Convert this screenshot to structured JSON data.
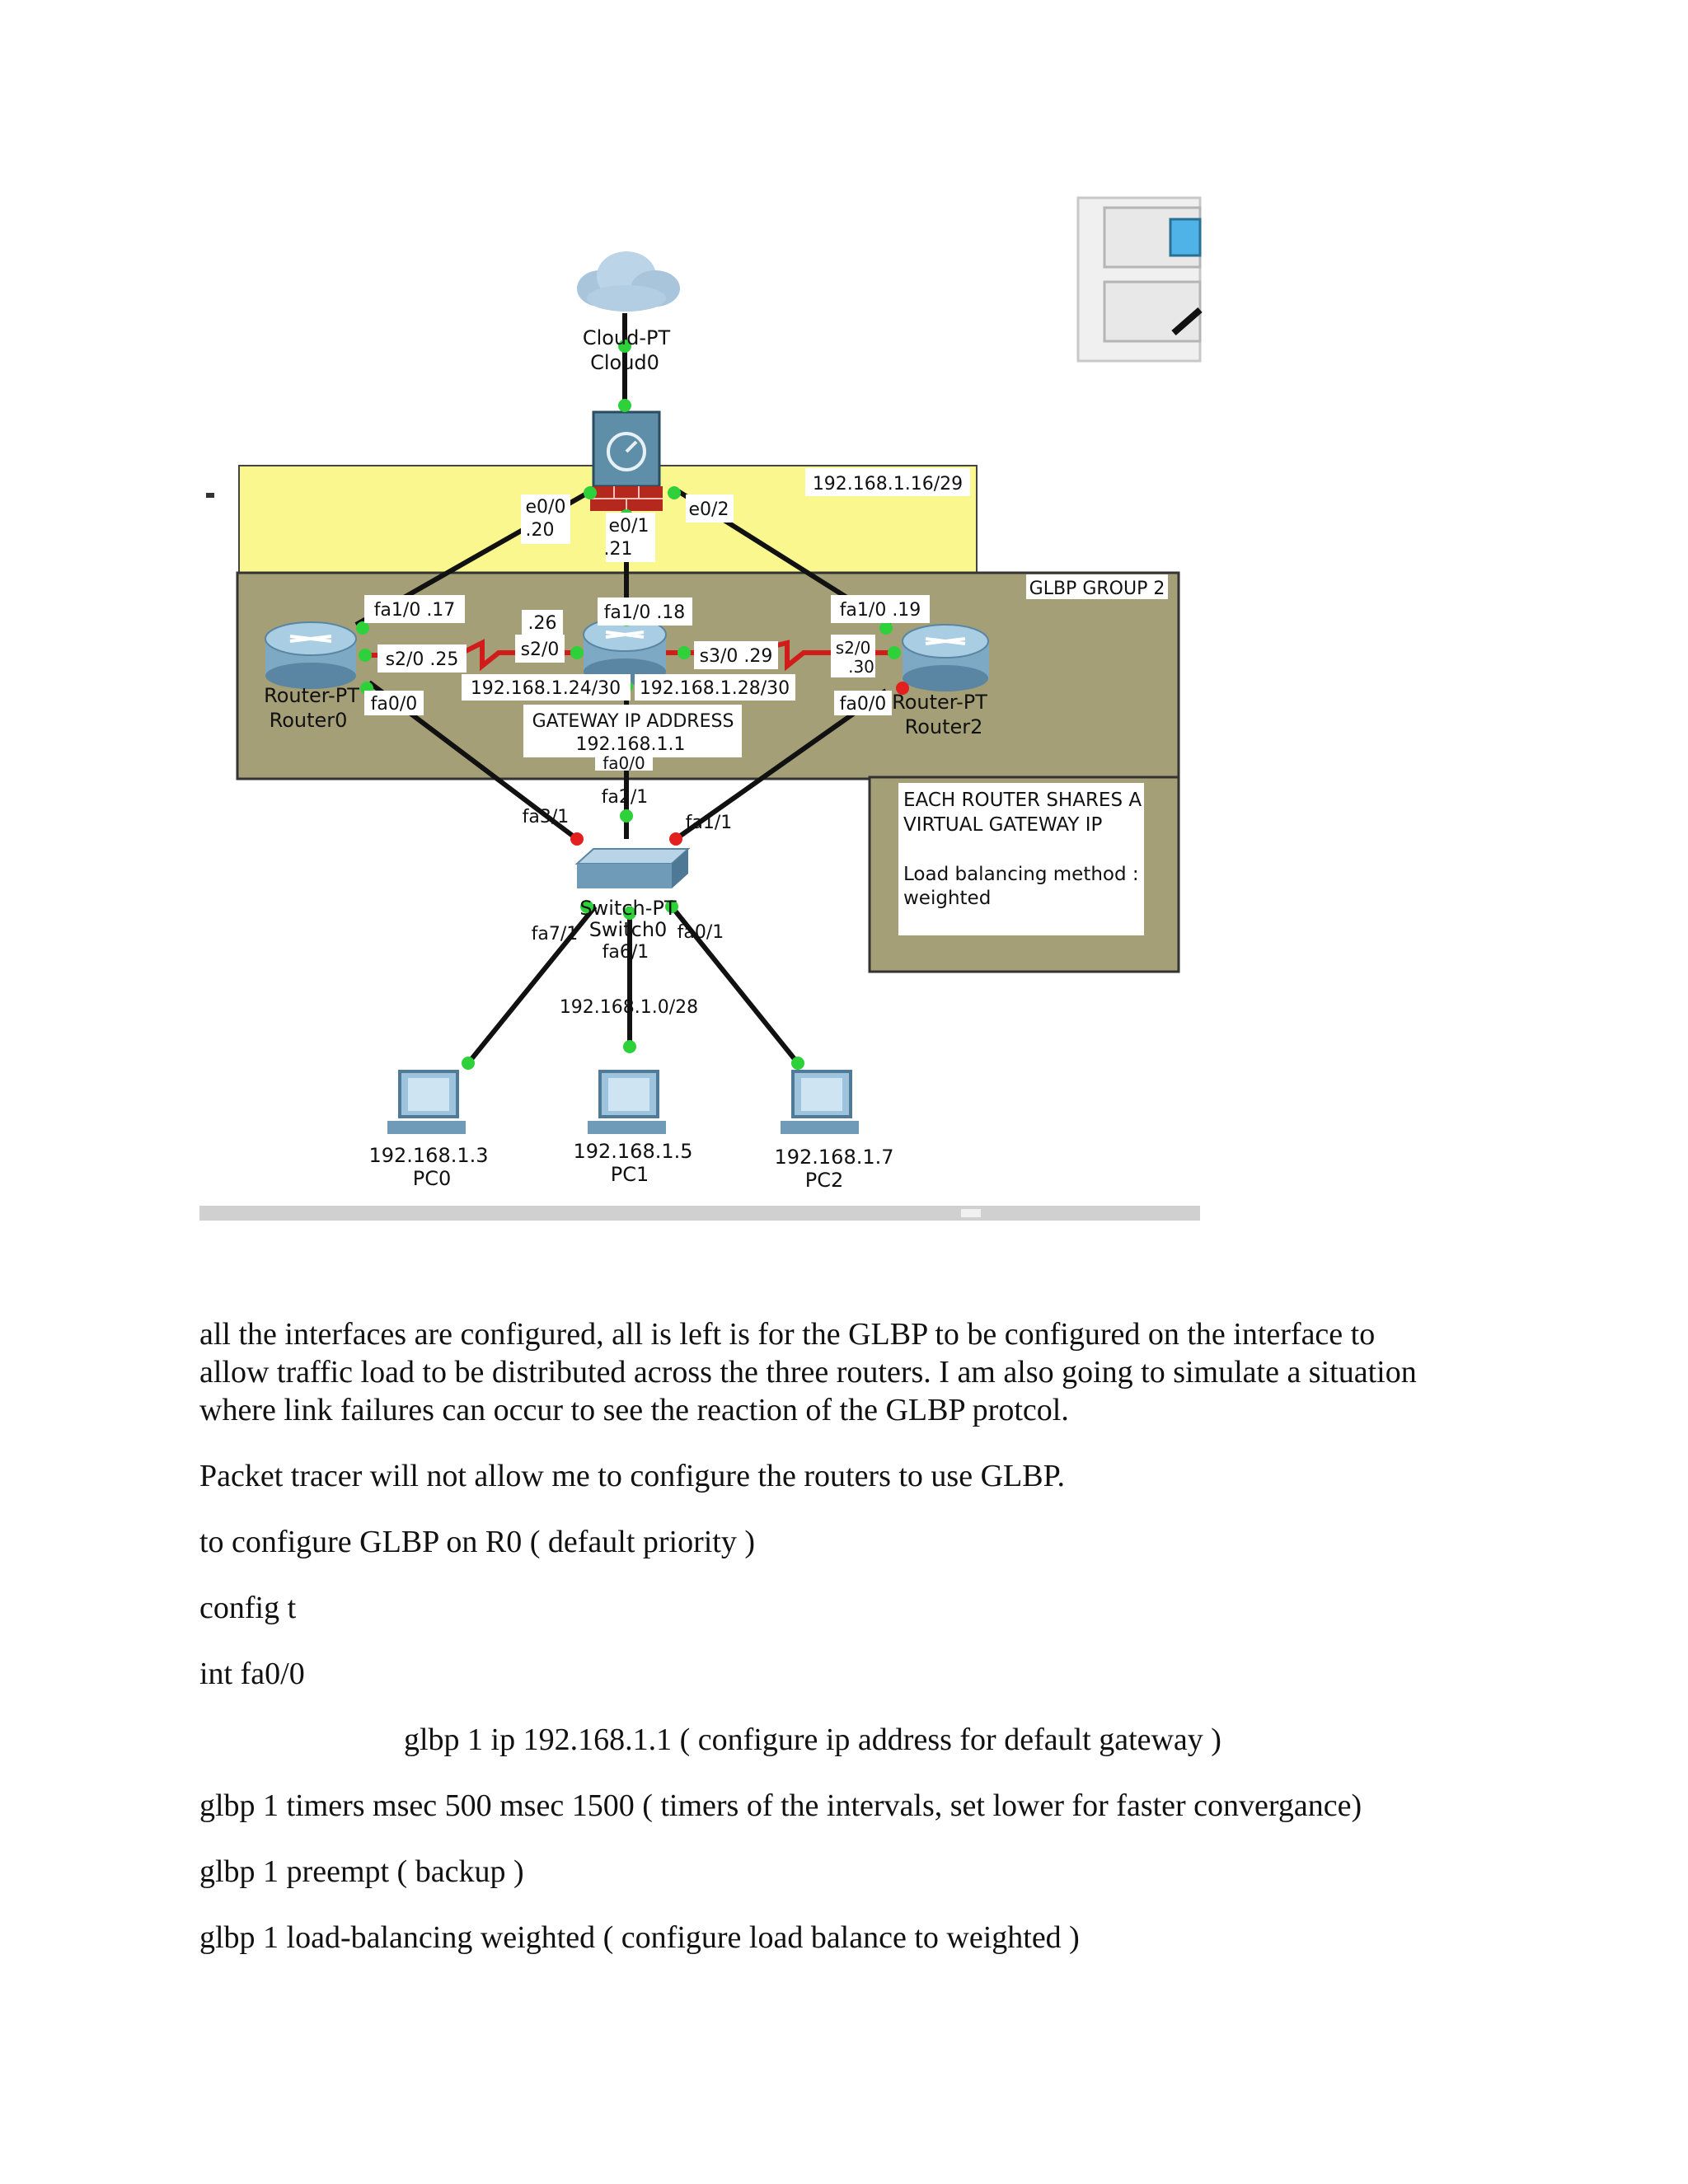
{
  "diagram": {
    "cloud": {
      "type": "Cloud-PT",
      "name": "Cloud0"
    },
    "zones": {
      "outer_subnet": "192.168.1.16/29",
      "glbp_group": "GLBP GROUP 2"
    },
    "firewall_ports": {
      "e0_0": "e0/0",
      "e0_0_ip": ".20",
      "e0_1": "e0/1",
      "e0_1_ip": ".21",
      "e0_2": "e0/2"
    },
    "router0": {
      "type": "Router-PT",
      "name": "Router0",
      "fa1_0": "fa1/0 .17",
      "s2_0": "s2/0 .25",
      "fa0_0": "fa0/0"
    },
    "router1": {
      "fa1_0": "fa1/0 .18",
      "s2_0": "s2/0",
      "s2_0_ip": ".26",
      "s3_0": "s3/0 .29",
      "fa0_0": "fa0/0"
    },
    "router2": {
      "type": "Router-PT",
      "name": "Router2",
      "fa1_0": "fa1/0 .19",
      "s2_0": "s2/0",
      "s2_0_ip": ".30",
      "fa0_0": "fa0/0"
    },
    "links": {
      "left_serial": "192.168.1.24/30",
      "right_serial": "192.168.1.28/30"
    },
    "gateway": {
      "title": "GATEWAY IP ADDRESS",
      "ip": "192.168.1.1"
    },
    "note": {
      "line1": "EACH ROUTER SHARES A",
      "line2": "VIRTUAL GATEWAY IP",
      "line3": "Load balancing method :",
      "line4": "weighted"
    },
    "switch": {
      "type": "Switch-PT",
      "name": "Switch0",
      "fa3_1": "fa3/1",
      "fa2_1": "fa2/1",
      "fa1_1": "fa1/1",
      "fa7_1": "fa7/1",
      "fa6_1": "fa6/1",
      "fa0_1": "fa0/1"
    },
    "lan_subnet": "192.168.1.0/28",
    "pcs": [
      {
        "ip": "192.168.1.3",
        "name": "PC0"
      },
      {
        "ip": "192.168.1.5",
        "name": "PC1"
      },
      {
        "ip": "192.168.1.7",
        "name": "PC2"
      }
    ]
  },
  "text": {
    "para1_line1": "all the interfaces are configured, all is left is for the GLBP to be configured on the interface to",
    "para1_line2": "allow traffic load to be distributed across the three routers. I am also going to simulate a situation",
    "para1_line3": "where link failures can occur to see the reaction of the GLBP protcol.",
    "para2": "Packet tracer will not allow me to configure the routers to use GLBP.",
    "para3": "to configure GLBP on R0 ( default priority )",
    "cmd1": "config t",
    "cmd2": "int fa0/0",
    "cmd3": "glbp 1 ip 192.168.1.1   ( configure ip address for default gateway )",
    "cmd4": "glbp 1 timers msec 500 msec 1500   ( timers of the intervals, set lower for faster convergance)",
    "cmd5": "glbp 1 preempt ( backup )",
    "cmd6": "glbp 1 load-balancing weighted ( configure load balance to weighted )"
  }
}
